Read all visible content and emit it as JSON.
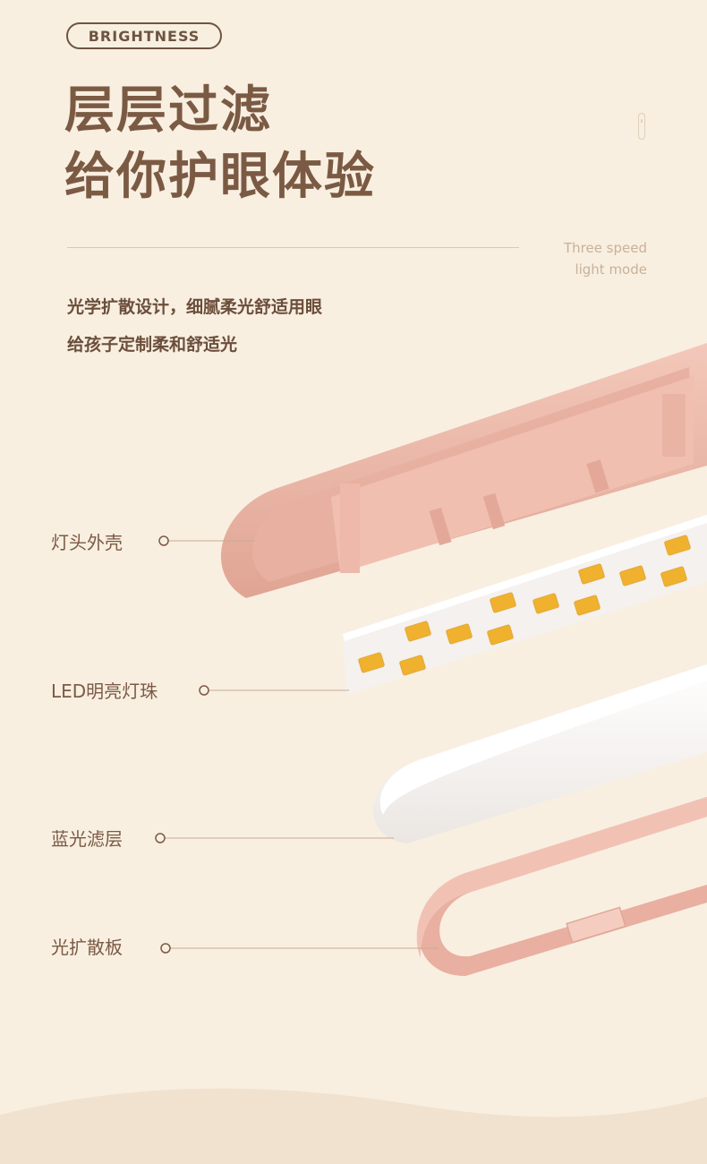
{
  "badge": "BRIGHTNESS",
  "title": {
    "line1": "层层过滤",
    "line2": "给你护眼体验"
  },
  "speed_note": {
    "line1": "Three speed",
    "line2": "light mode"
  },
  "description": {
    "line1": "光学扩散设计，细腻柔光舒适用眼",
    "line2": "给孩子定制柔和舒适光"
  },
  "components": [
    {
      "label": "灯头外壳"
    },
    {
      "label": "LED明亮灯珠"
    },
    {
      "label": "蓝光滤层"
    },
    {
      "label": "光扩散板"
    }
  ],
  "colors": {
    "background": "#f8efe1",
    "title": "#7b5a44",
    "shell_pink": "#eab5a5",
    "led_chip": "#f0b12f",
    "filter_white": "#ffffff"
  }
}
